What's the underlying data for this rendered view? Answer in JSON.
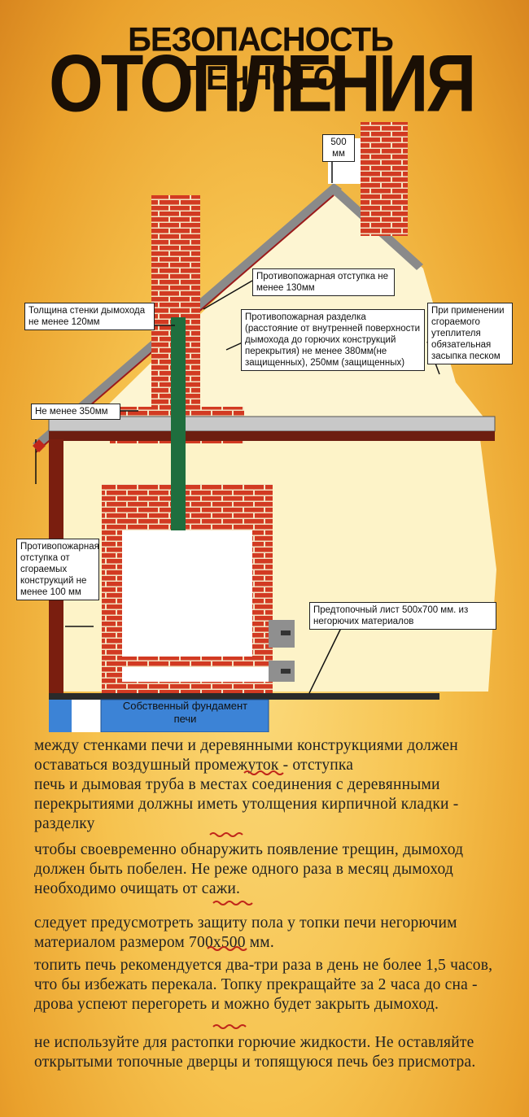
{
  "title": {
    "line1": "БЕЗОПАСНОСТЬ ПЕЧНОГО",
    "line2": "ОТОПЛЕНИЯ"
  },
  "labels": {
    "height500": "500 мм",
    "offset130": "Противопожарная отступка не менее 130мм",
    "wall120": "Толщина стенки дымохода не менее 120мм",
    "razdelka": "Противопожарная разделка (расстояние от внутренней поверхности дымохода до горючих конструкций перекрытия) не менее 380мм(не защищенных), 250мм (защищенных)",
    "sand": "При применении сгораемого утеплителя обязательная засыпка песком",
    "min350": "Не менее 350мм",
    "offset100": "Противопожарная отступка от сгораемых конструкций не менее 100 мм",
    "predtop": "Предтопочный лист 500х700 мм. из негорючих материалов",
    "foundation": "Собственный фундамент печи"
  },
  "paragraphs": [
    "между стенками печи и деревянными конструкциями должен оставаться воздушный промежуток - отступка",
    "печь и дымовая труба в местах соединения с деревянными перекрытиями должны иметь утолщения кирпичной кладки - разделку",
    "чтобы своевременно обнаружить появление трещин, дымоход должен быть побелен. Не реже одного раза в месяц дымоход необходимо очищать от сажи.",
    "следует предусмотреть защиту пола у топки печи негорючим материалом размером 700х500 мм.",
    "топить печь рекомендуется два-три раза в день не более 1,5 часов, что бы избежать перекала. Топку прекращайте  за 2 часа до сна - дрова успеют перегореть и можно будет закрыть дымоход.",
    "не используйте для растопки горючие жидкости. Не оставляйте открытыми топочные дверцы и топящуюся печь без присмотра."
  ],
  "colors": {
    "brick": "#d23a22",
    "mortar": "#f3e3c3",
    "wall": "#fdf3c8",
    "foundation": "#3c83d6",
    "flue": "#1f6e3e",
    "accent": "#c0261a"
  }
}
